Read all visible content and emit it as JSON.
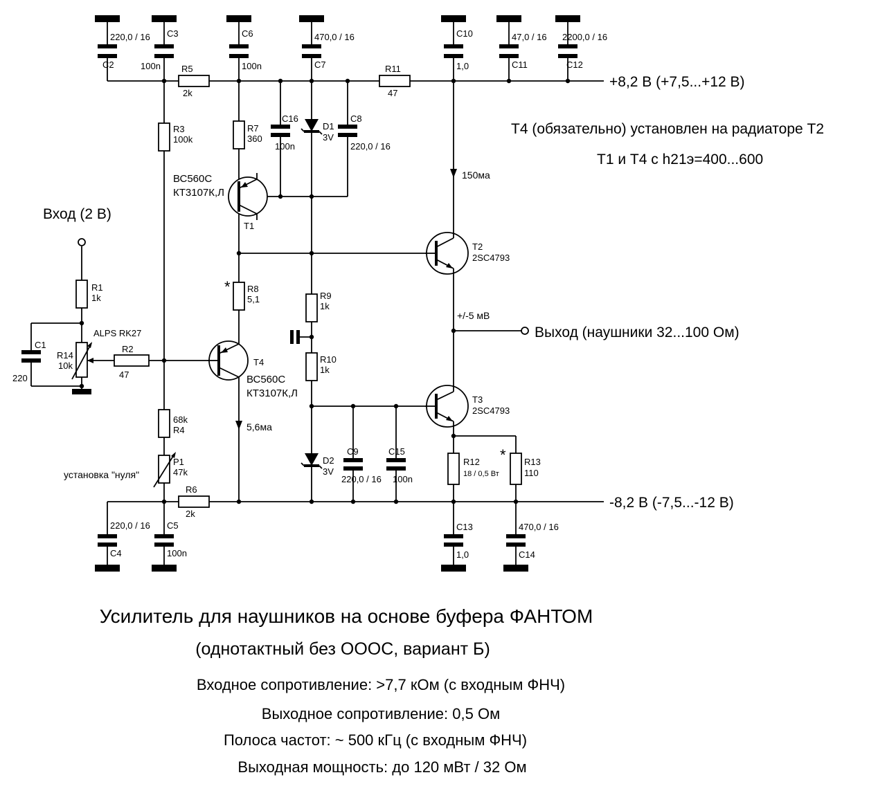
{
  "rails": {
    "positive": "+8,2 В (+7,5...+12 В)",
    "negative": "-8,2 В (-7,5...-12 В)"
  },
  "io": {
    "input_label": "Вход (2 В)",
    "output_label": "Выход (наушники 32...100 Ом)"
  },
  "notes": {
    "heatsink": "Т4 (обязательно) установлен на радиаторе Т2",
    "gain": "Т1 и Т4 с h21э=400...600",
    "zero_adjust": "установка \"нуля\"",
    "current_output_stage": "150ма",
    "current_input_stage": "5,6ма",
    "offset": "+/-5 мВ",
    "pot_type": "ALPS RK27",
    "asterisk": "*"
  },
  "components": {
    "C1": {
      "ref": "C1",
      "value": "220"
    },
    "C2": {
      "ref": "C2",
      "value": "220,0 / 16"
    },
    "C3": {
      "ref": "C3",
      "value": "100n"
    },
    "C4": {
      "ref": "C4",
      "value": "220,0 / 16"
    },
    "C5": {
      "ref": "C5",
      "value": "100n"
    },
    "C6": {
      "ref": "C6",
      "value": "100n"
    },
    "C7": {
      "ref": "C7",
      "value": "470,0 / 16"
    },
    "C8": {
      "ref": "C8",
      "value": "220,0 / 16"
    },
    "C9": {
      "ref": "C9",
      "value": "220,0 / 16"
    },
    "C10": {
      "ref": "C10",
      "value": "1,0"
    },
    "C11": {
      "ref": "C11",
      "value": "47,0 / 16"
    },
    "C12": {
      "ref": "C12",
      "value": "2200,0 / 16"
    },
    "C13": {
      "ref": "C13",
      "value": "1,0"
    },
    "C14": {
      "ref": "C14",
      "value": "470,0 / 16"
    },
    "C15": {
      "ref": "C15",
      "value": "100n"
    },
    "C16": {
      "ref": "C16",
      "value": "100n"
    },
    "R1": {
      "ref": "R1",
      "value": "1k"
    },
    "R2": {
      "ref": "R2",
      "value": "47"
    },
    "R3": {
      "ref": "R3",
      "value": "100k"
    },
    "R4": {
      "ref": "R4",
      "value": "68k"
    },
    "R5": {
      "ref": "R5",
      "value": "2k"
    },
    "R6": {
      "ref": "R6",
      "value": "2k"
    },
    "R7": {
      "ref": "R7",
      "value": "360"
    },
    "R8": {
      "ref": "R8",
      "value": "5,1"
    },
    "R9": {
      "ref": "R9",
      "value": "1k"
    },
    "R10": {
      "ref": "R10",
      "value": "1k"
    },
    "R11": {
      "ref": "R11",
      "value": "47"
    },
    "R12": {
      "ref": "R12",
      "value": "18 / 0,5 Вт"
    },
    "R13": {
      "ref": "R13",
      "value": "110"
    },
    "R14": {
      "ref": "R14",
      "value": "10k"
    },
    "P1": {
      "ref": "P1",
      "value": "47k"
    },
    "D1": {
      "ref": "D1",
      "value": "3V"
    },
    "D2": {
      "ref": "D2",
      "value": "3V"
    },
    "T1": {
      "ref": "T1",
      "type_a": "ВС560С",
      "type_b": "КТ3107К,Л"
    },
    "T2": {
      "ref": "T2",
      "type": "2SC4793"
    },
    "T3": {
      "ref": "T3",
      "type": "2SC4793"
    },
    "T4": {
      "ref": "T4",
      "type_a": "ВС560С",
      "type_b": "КТ3107К,Л"
    }
  },
  "title": {
    "line1": "Усилитель для наушников на основе буфера ФАНТОМ",
    "line2": "(однотактный без ОООС, вариант Б)"
  },
  "specs": [
    "Входное сопротивление: >7,7 кОм (с входным ФНЧ)",
    "Выходное сопротивление: 0,5 Ом",
    "Полоса частот: ~ 500 кГц (с входным ФНЧ)",
    "Выходная мощность: до 120 мВт / 32 Ом"
  ]
}
